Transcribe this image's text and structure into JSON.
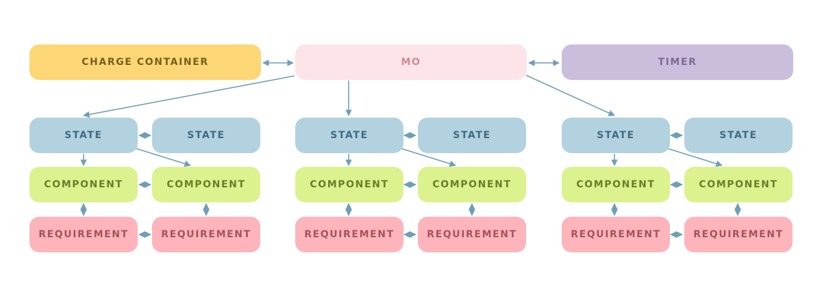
{
  "top": {
    "charge_container": "CHARGE CONTAINER",
    "mo": "MO",
    "timer": "TIMER"
  },
  "groups": [
    {
      "states": [
        "STATE",
        "STATE"
      ],
      "components": [
        "COMPONENT",
        "COMPONENT"
      ],
      "requirements": [
        "REQUIREMENT",
        "REQUIREMENT"
      ]
    },
    {
      "states": [
        "STATE",
        "STATE"
      ],
      "components": [
        "COMPONENT",
        "COMPONENT"
      ],
      "requirements": [
        "REQUIREMENT",
        "REQUIREMENT"
      ]
    },
    {
      "states": [
        "STATE",
        "STATE"
      ],
      "components": [
        "COMPONENT",
        "COMPONENT"
      ],
      "requirements": [
        "REQUIREMENT",
        "REQUIREMENT"
      ]
    }
  ],
  "colors": {
    "connector": "#6f9fb7",
    "charge_container": "#fdd775",
    "mo": "#fde4e8",
    "timer": "#cbbedd",
    "state": "#b3d2e0",
    "component": "#dcf28e",
    "requirement": "#fdb4bb"
  }
}
